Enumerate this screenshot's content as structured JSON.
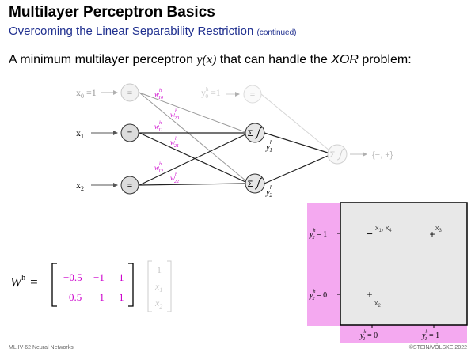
{
  "slide": {
    "title": "Multilayer Perceptron Basics",
    "subtitle": "Overcoming the Linear Separability Restriction",
    "subtitle_note": "(continued)",
    "intro_before": "A minimum multilayer perceptron ",
    "intro_math": "y(x)",
    "intro_middle": " that can handle the ",
    "intro_em": "XOR",
    "intro_after": " problem:"
  },
  "network": {
    "inputs": {
      "x0": "x0 =1",
      "x1": "x1",
      "x2": "x2"
    },
    "node_eq": "=",
    "bias_hidden": "y0h =1",
    "weights": [
      "w10",
      "w20",
      "w11",
      "w21",
      "w12",
      "w22"
    ],
    "hidden": {
      "y1": "y1h",
      "y2": "y2h"
    },
    "output_set": "{−, +}",
    "sum_symbol": "Σ"
  },
  "matrix": {
    "lhs": "Wh",
    "rows": [
      [
        "−0.5",
        "−1",
        "1"
      ],
      [
        "0.5",
        "−1",
        "1"
      ]
    ],
    "vector": [
      "1",
      "x1",
      "x2"
    ]
  },
  "plot": {
    "y_labels": [
      "y2h = 1",
      "y2h = 0"
    ],
    "x_labels": [
      "y1h = 0",
      "y1h = 1"
    ],
    "points": [
      {
        "symbol": "−",
        "label": "x1, x4"
      },
      {
        "symbol": "+",
        "label": "x3"
      },
      {
        "symbol": "+",
        "label": "x2"
      }
    ],
    "colors": {
      "background": "#e8e8e8",
      "axis_band": "#f4a9f0",
      "weight_color": "#cc00cc"
    }
  },
  "footer": {
    "left": "ML:IV-62   Neural Networks",
    "right": "©STEIN/VÖLSKE 2022"
  }
}
